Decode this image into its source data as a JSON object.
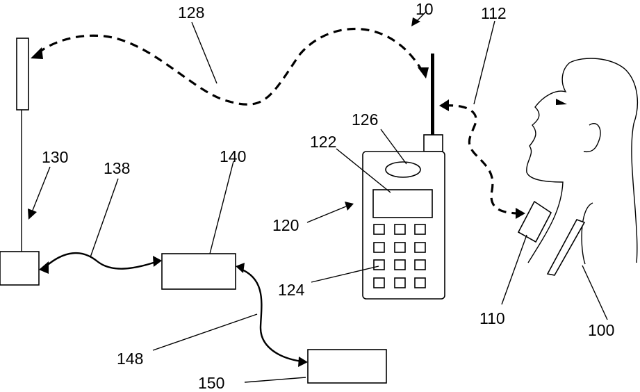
{
  "labels": {
    "system": "10",
    "signal_path": "128",
    "speech_path": "112",
    "tower": "130",
    "link_138": "138",
    "box_140": "140",
    "screen": "122",
    "speaker": "126",
    "phone": "120",
    "keypad": "124",
    "link_148": "148",
    "box_150": "150",
    "sensor": "110",
    "person": "100"
  }
}
